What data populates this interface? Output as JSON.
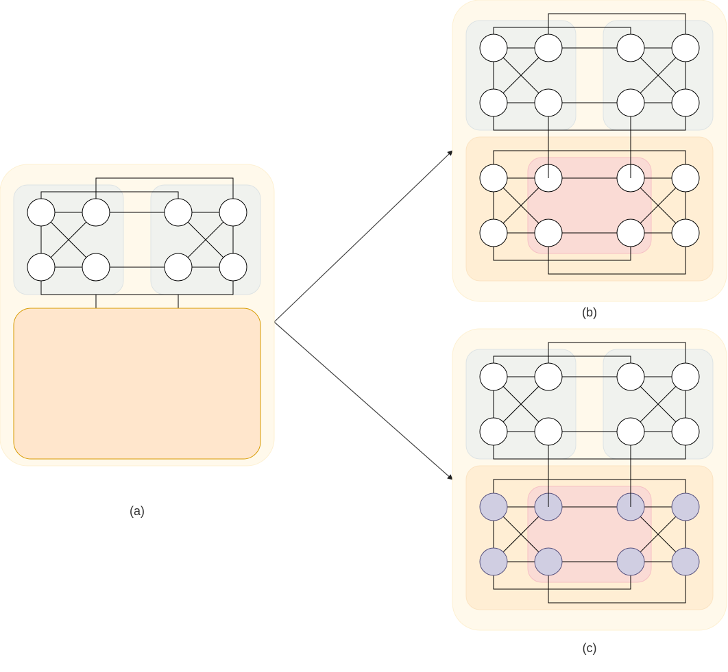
{
  "captions": {
    "a": "(a)",
    "b": "(b)",
    "c": "(c)"
  },
  "colors": {
    "outer_fill": "#fff9eb",
    "outer_stroke": "#fdf0d2",
    "group_fill": "#f0f2ee",
    "group_stroke": "#dde3e4",
    "orange_solid_fill": "#ffe6cc",
    "orange_solid_stroke": "#d79b00",
    "orange_light_fill": "#ffeed4",
    "orange_light_stroke": "#fbe3c2",
    "red_fill": "#fadbd5",
    "red_stroke": "#f5bfc4",
    "node_white": "#ffffff",
    "node_purple": "#d0cee2",
    "node_purple_stroke": "#56517e",
    "line": "#000000",
    "arrow": "#404040"
  },
  "panels": [
    {
      "id": "a",
      "label_key": "a",
      "bottom_block": "solid",
      "node_style": "white"
    },
    {
      "id": "b",
      "label_key": "b",
      "bottom_block": "nodes",
      "node_style": "white"
    },
    {
      "id": "c",
      "label_key": "c",
      "bottom_block": "nodes",
      "node_style": "purple"
    }
  ],
  "arrows": [
    {
      "from": "a",
      "to": "b"
    },
    {
      "from": "a",
      "to": "c"
    }
  ]
}
